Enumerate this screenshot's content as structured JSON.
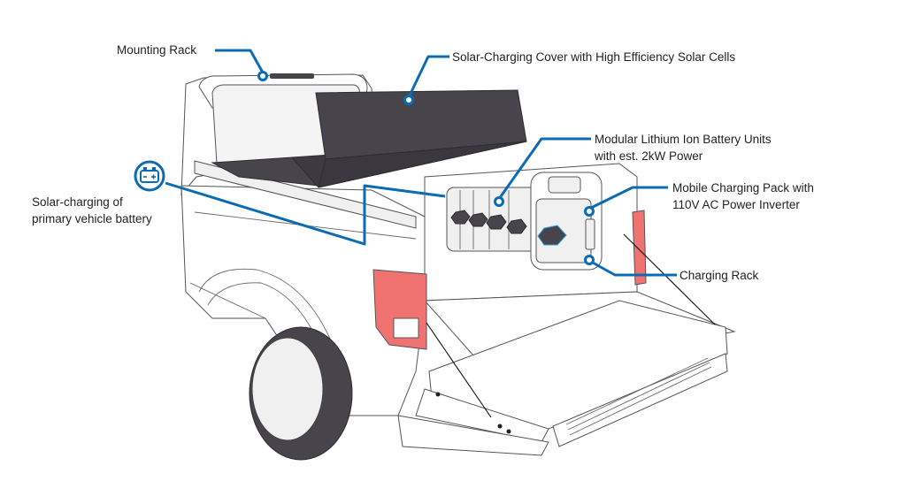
{
  "title": "Solar-powered pickup truck bed system diagram",
  "colors": {
    "callout": "#0b6cb3",
    "solar_cover": "#47444b",
    "taillight": "#f07372",
    "battery_accent": "#2fa3d8"
  },
  "labels": {
    "mounting_rack": "Mounting Rack",
    "solar_cover": "Solar-Charging Cover with High Efficiency Solar Cells",
    "battery_units": [
      "Modular Lithium Ion Battery Units",
      "with  est. 2kW Power"
    ],
    "mobile_pack": [
      "Mobile Charging Pack with",
      "110V AC Power Inverter"
    ],
    "charging_rack": "Charging Rack",
    "vehicle_battery": [
      "Solar-charging of",
      "primary vehicle battery"
    ]
  },
  "icons": {
    "vehicle_battery": "car-battery-icon",
    "battery_symbols": "- +"
  }
}
